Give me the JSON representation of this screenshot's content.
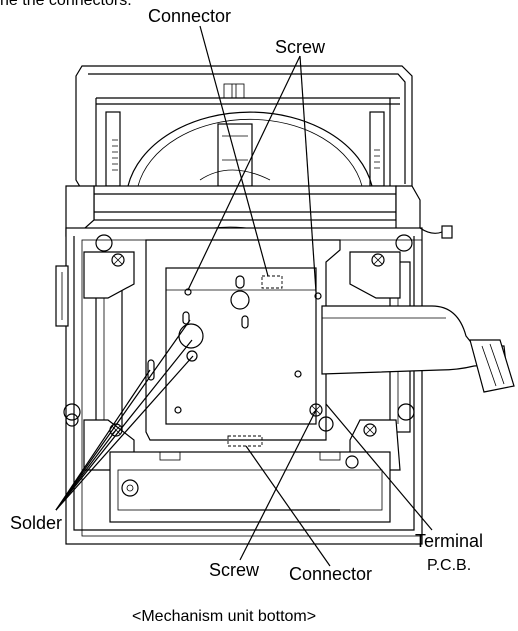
{
  "labels": {
    "partial_top": "ne the connectors.",
    "connector_top": "Connector",
    "screw_top": "Screw",
    "solder": "Solder",
    "screw_bottom": "Screw",
    "connector_bottom": "Connector",
    "terminal": "Terminal",
    "pcb": "P.C.B.",
    "caption": "<Mechanism unit bottom>"
  }
}
